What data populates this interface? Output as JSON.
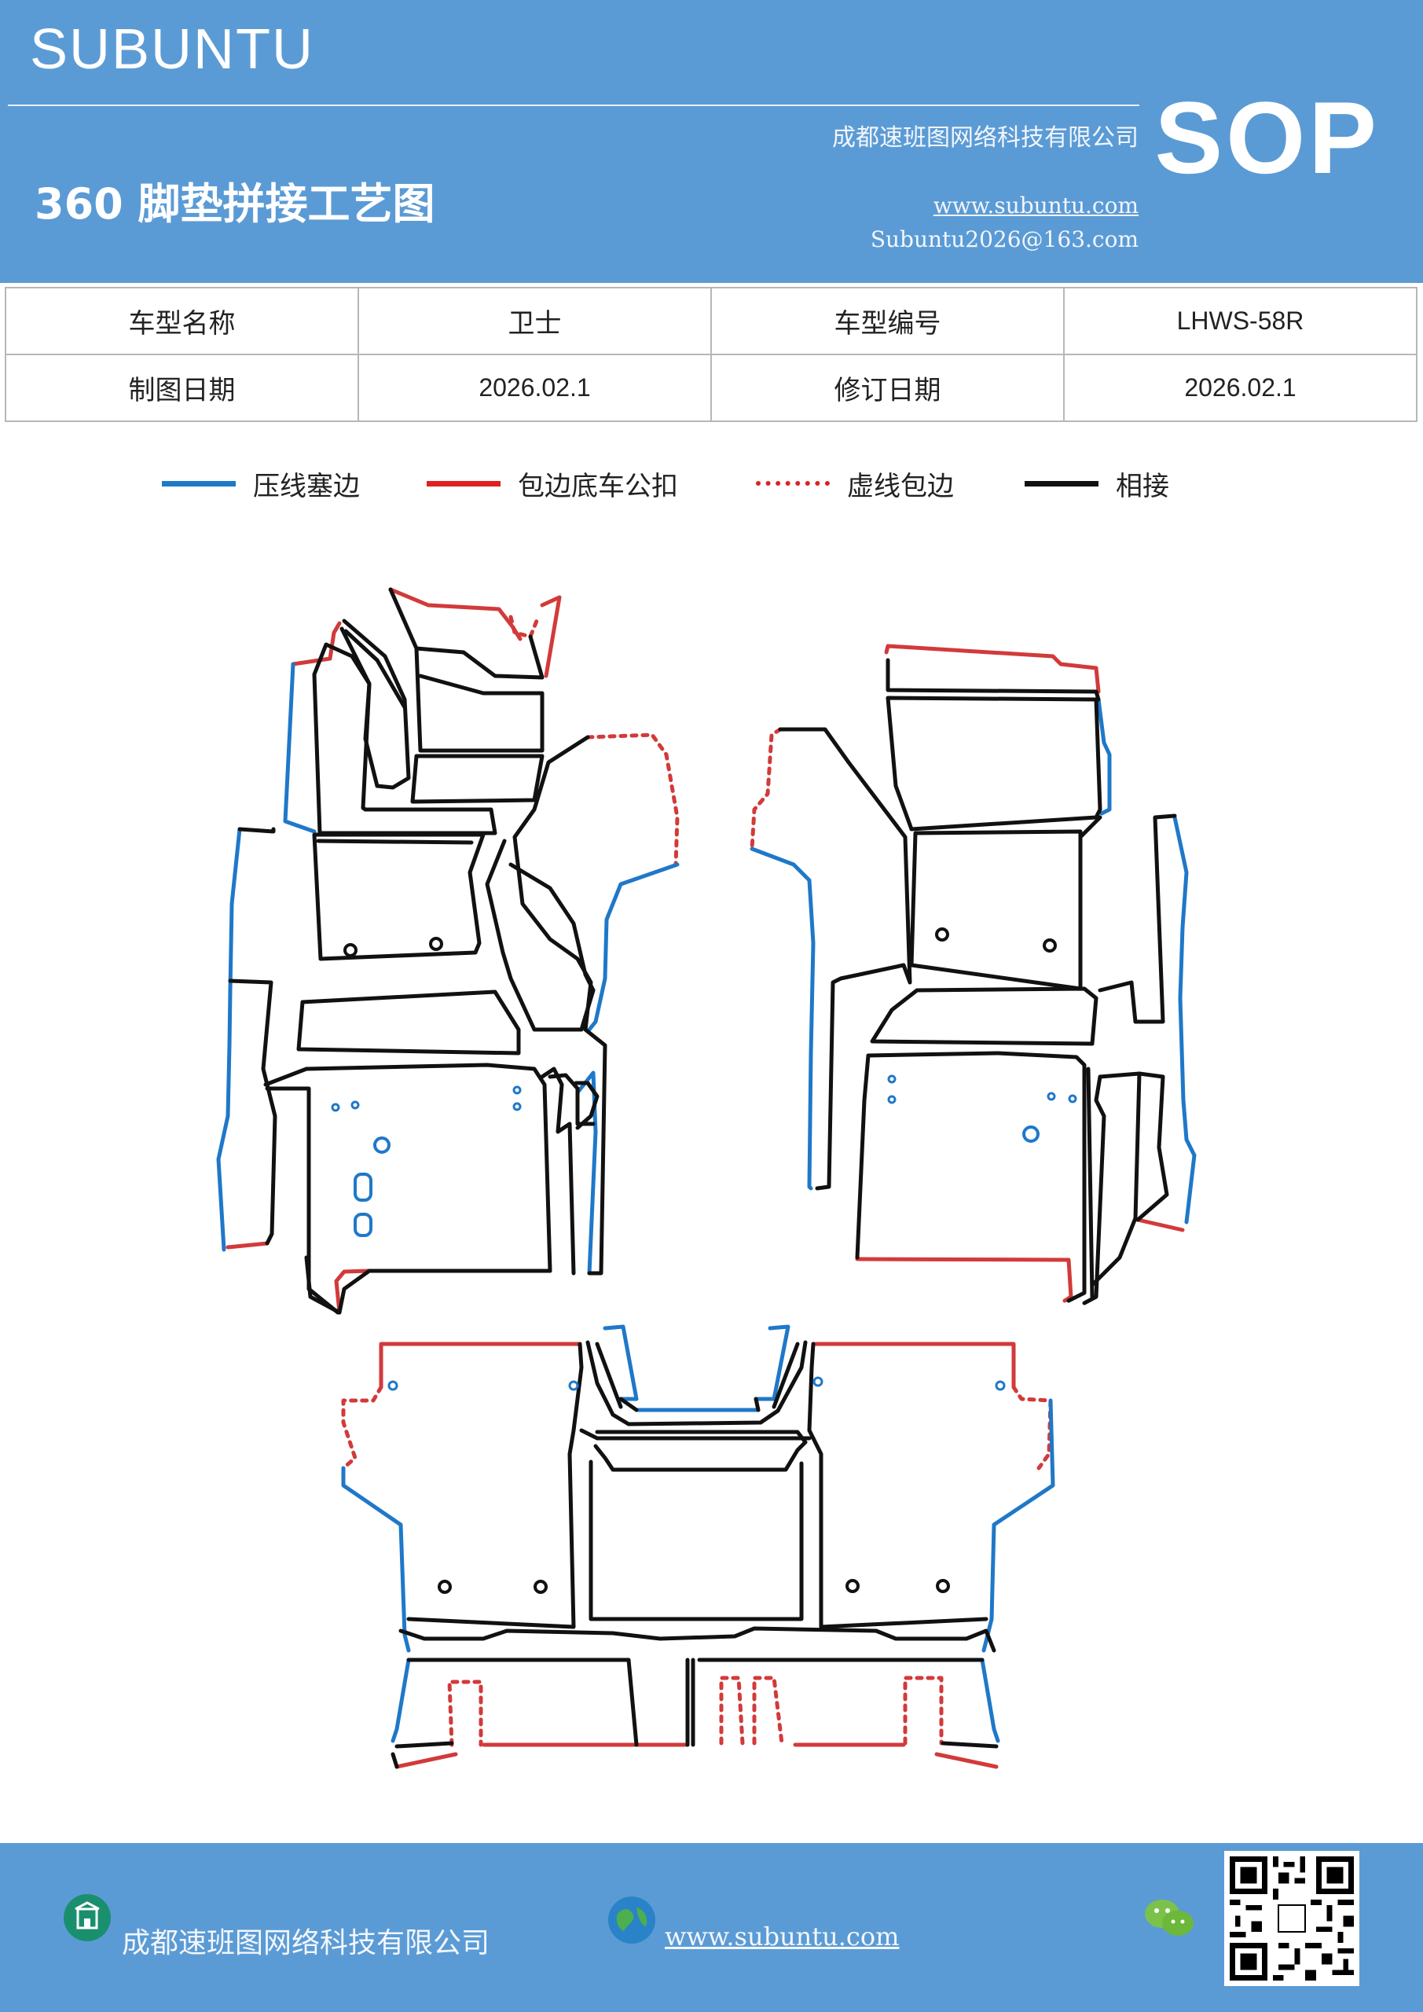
{
  "header": {
    "brand": "SUBUNTU",
    "title": "360 脚垫拼接工艺图",
    "company": "成都速班图网络科技有限公司",
    "website": "www.subuntu.com",
    "email": "Subuntu2026@163.com",
    "badge": "SOP"
  },
  "info": {
    "model_name_label": "车型名称",
    "model_name": "卫士",
    "model_code_label": "车型编号",
    "model_code": "LHWS-58R",
    "draw_date_label": "制图日期",
    "draw_date": "2026.02.1",
    "revise_date_label": "修订日期",
    "revise_date": "2026.02.1"
  },
  "legend": [
    {
      "label": "压线塞边",
      "color": "#1f78c8",
      "style": "solid"
    },
    {
      "label": "包边底车公扣",
      "color": "#e02020",
      "style": "solid"
    },
    {
      "label": "虚线包边",
      "color": "#e02020",
      "style": "dotted"
    },
    {
      "label": "相接",
      "color": "#111111",
      "style": "solid"
    }
  ],
  "colors": {
    "header_bg": "#5b9bd5",
    "blue_line": "#1f78c8",
    "red_line": "#d23a3a",
    "black_line": "#111111"
  },
  "footer": {
    "company": "成都速班图网络科技有限公司",
    "website": "www.subuntu.com",
    "icons": [
      "building-icon",
      "globe-icon",
      "wechat-icon",
      "qr-code"
    ]
  }
}
